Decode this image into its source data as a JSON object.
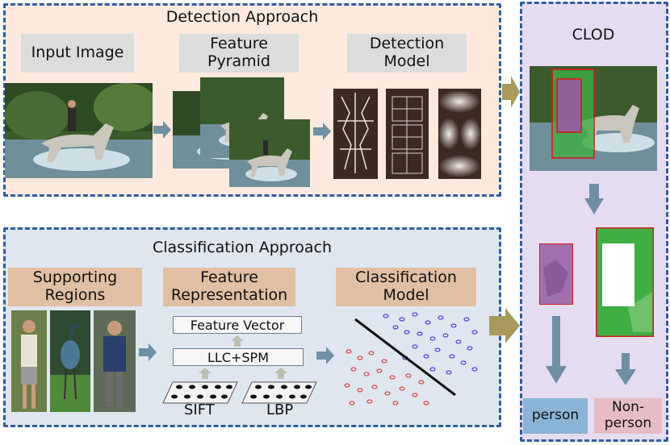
{
  "detection": {
    "title": "Detection Approach",
    "labels": {
      "input_image": "Input Image",
      "feature_pyramid": [
        "Feature",
        "Pyramid"
      ],
      "detection_model": [
        "Detection",
        "Model"
      ]
    }
  },
  "classification": {
    "title": "Classification Approach",
    "labels": {
      "supporting_regions": [
        "Supporting",
        "Regions"
      ],
      "feature_representation": [
        "Feature",
        "Representation"
      ],
      "classification_model": [
        "Classification",
        "Model"
      ]
    },
    "feature_vector": "Feature  Vector",
    "llc_spm": "LLC+SPM",
    "sift": "SIFT",
    "lbp": "LBP"
  },
  "clod": {
    "title": "CLOD",
    "person_label": "person",
    "non_person_label": [
      "Non-",
      "person"
    ]
  },
  "colors": {
    "panel_border": "#2f5f9c",
    "detection_bg": "#fde9dd",
    "classification_bg": "#dfe6ef",
    "clod_bg": "#e6dcf0",
    "label_gray": "#dcdcdc",
    "label_tan": "#e1bfa3",
    "person_box": "#8ab4d6",
    "non_person_box": "#e7bcc4",
    "big_arrow": "#a89a5c",
    "small_arrow": "#6f8fa5"
  }
}
